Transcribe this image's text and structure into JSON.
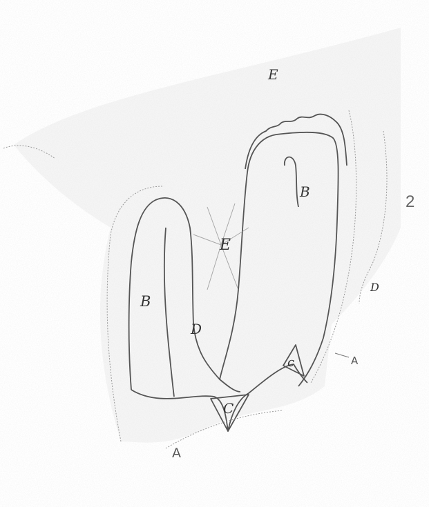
{
  "figure_number": "2",
  "labels": {
    "e_top": "E",
    "e_center": "E",
    "b_right": "B",
    "b_left": "B",
    "d_right": "D",
    "d_center": "D",
    "c_right": "c",
    "c_bottom": "C",
    "a_right": "A",
    "a_bottom": "A"
  }
}
